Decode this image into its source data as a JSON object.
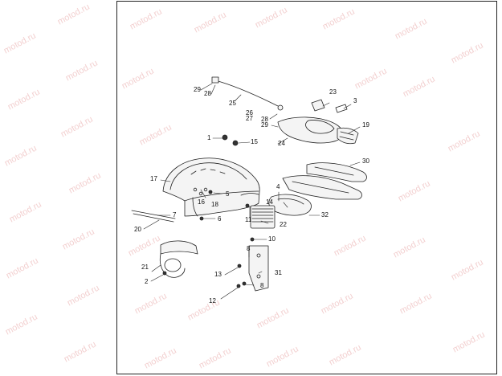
{
  "watermark": "motod.ru",
  "callouts": [
    "1",
    "2",
    "3",
    "4",
    "5",
    "6",
    "7",
    "8",
    "10",
    "11",
    "12",
    "13",
    "14",
    "15",
    "16",
    "17",
    "18",
    "19",
    "20",
    "21",
    "22",
    "23",
    "24",
    "25",
    "26",
    "27",
    "28",
    "29",
    "30",
    "31",
    "32"
  ]
}
